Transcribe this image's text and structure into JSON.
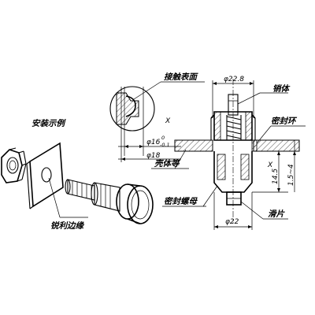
{
  "labels": {
    "install_example": "安装示例",
    "sharp_edge": "锐利边缘",
    "contact_surface": "接触表面",
    "housing": "壳体等",
    "pin": "销体",
    "seal_ring": "密封环",
    "seal_nut": "密封螺母",
    "slider": "滑片"
  },
  "dims": {
    "d22_8": "φ22.8",
    "d16": "φ16",
    "d16_upper": "0",
    "d16_lower": "-0.1",
    "d18": "φ18",
    "d22": "φ22",
    "h14_5": "14.5",
    "h1_5_4": "1.5~4",
    "x_top": "X",
    "x_bottom": "X"
  }
}
